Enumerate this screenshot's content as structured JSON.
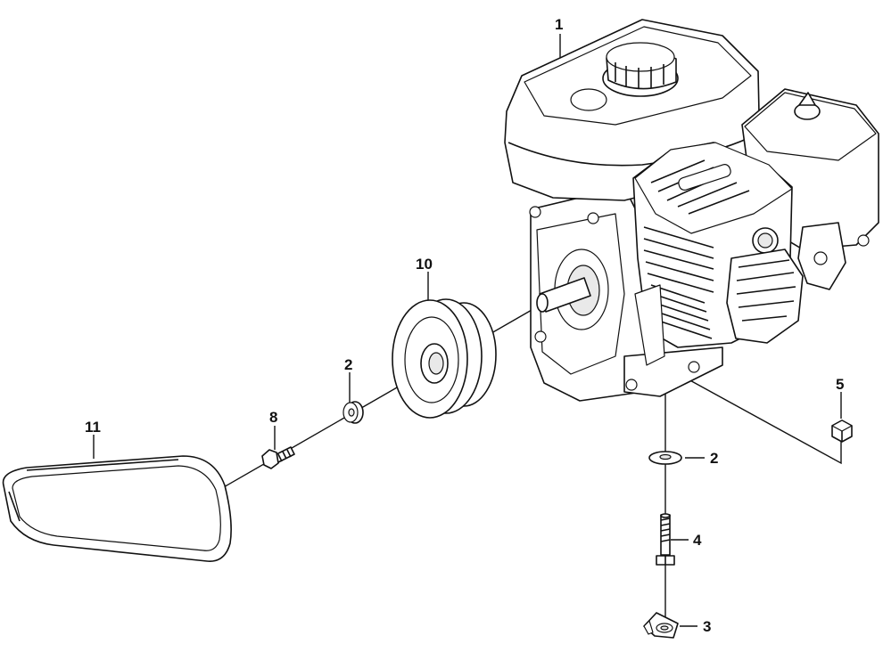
{
  "callouts": {
    "engine": "1",
    "washer_pulley": "2",
    "washer_mount": "2",
    "clip_nut": "3",
    "bolt_mount": "4",
    "nut": "5",
    "bolt_pulley": "8",
    "pulley": "10",
    "belt": "11"
  }
}
